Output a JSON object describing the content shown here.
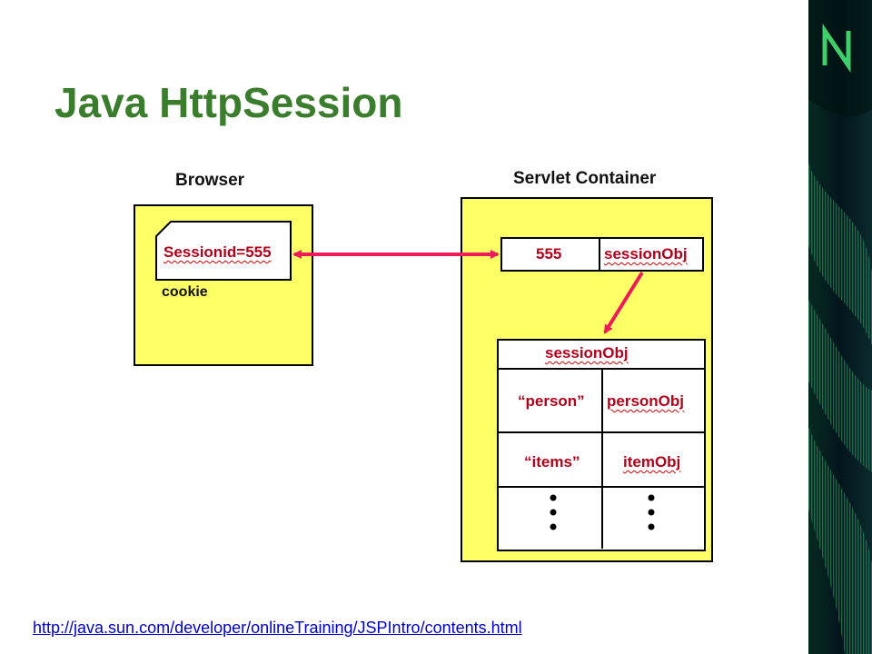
{
  "slide": {
    "title": "Java HttpSession",
    "source_url": "http://java.sun.com/developer/onlineTraining/JSPIntro/contents.html"
  },
  "diagram": {
    "browser": {
      "heading": "Browser",
      "cookie_value": "Sessionid=555",
      "cookie_label": "cookie"
    },
    "container": {
      "heading": "Servlet Container",
      "lookup_key": "555",
      "lookup_value": "sessionObj",
      "session_table": {
        "header": "sessionObj",
        "rows": [
          {
            "key": "“person”",
            "value": "personObj"
          },
          {
            "key": "“items”",
            "value": "itemObj"
          }
        ]
      }
    },
    "colors": {
      "box_fill": "#ffff66",
      "arrow": "#ee1a5a",
      "title": "#3a7d2c",
      "label_red": "#b3001b"
    }
  }
}
